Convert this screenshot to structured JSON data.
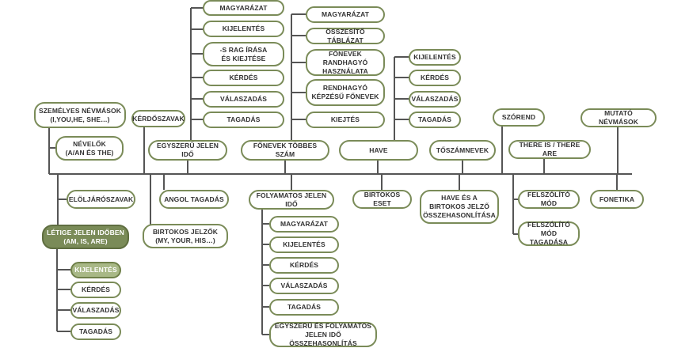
{
  "nodes": {
    "szemelyes": "SZEMÉLYES NÉVMÁSOK\n(I,YOU,HE, SHE…)",
    "nevelok": "NÉVELŐK\n(A/AN ÉS THE)",
    "eloljaro": "ELÖLJÁRÓSZAVAK",
    "letige": "LÉTIGE JELEN IDŐBEN\n(AM, IS, ARE)",
    "letige_kij": "KIJELENTÉS",
    "letige_ker": "KÉRDÉS",
    "letige_val": "VÁLASZADÁS",
    "letige_tag": "TAGADÁS",
    "kerdoszavak": "KÉRDŐSZAVAK",
    "birtokos_jelzok": "BIRTOKOS JELZŐK\n(MY, YOUR, HIS…)",
    "angol_tagadas": "ANGOL TAGADÁS",
    "egyszeru": "EGYSZERŰ JELEN IDŐ",
    "egy_magy": "MAGYARÁZAT",
    "egy_kij": "KIJELENTÉS",
    "egy_s": "-S RAG ÍRÁSA\nÉS KIEJTÉSE",
    "egy_ker": "KÉRDÉS",
    "egy_val": "VÁLASZADÁS",
    "egy_tag": "TAGADÁS",
    "fonevek": "FŐNEVEK TÖBBES SZÁM",
    "fon_magy": "MAGYARÁZAT",
    "fon_ossz": "ÖSSZESÍTŐ TÁBLÁZAT",
    "fon_randha": "FŐNEVEK RANDHAGYÓ\nHASZNÁLATA",
    "fon_rendha": "RENDHAGYÓ\nKÉPZÉSŰ FŐNEVEK",
    "fon_kiej": "KIEJTÉS",
    "folyamatos": "FOLYAMATOS JELEN IDŐ",
    "foly_magy": "MAGYARÁZAT",
    "foly_kij": "KIJELENTÉS",
    "foly_ker": "KÉRDÉS",
    "foly_val": "VÁLASZADÁS",
    "foly_tag": "TAGADÁS",
    "foly_ossz": "EGYSZERŰ ÉS FOLYAMATOS\nJELEN IDŐ ÖSSZEHASONLÍTÁS",
    "have": "HAVE",
    "have_kij": "KIJELENTÉS",
    "have_ker": "KÉRDÉS",
    "have_val": "VÁLASZADÁS",
    "have_tag": "TAGADÁS",
    "birtokos_eset": "BIRTOKOS ESET",
    "toszamnevek": "TŐSZÁMNEVEK",
    "have_birt": "HAVE ÉS A\nBIRTOKOS JELZŐ\nÖSSZEHASONLÍTÁSA",
    "szorend": "SZÓREND",
    "there": "THERE IS / THERE ARE",
    "felszolito": "FELSZÓLÍTÓ MÓD",
    "felszolito_tag": "FELSZÓLÍTÓ MÓD\nTAGADÁSA",
    "mutato": "MUTATÓ NÉVMÁSOK",
    "fonetika": "FONETIKA"
  },
  "colors": {
    "accent": "#7a8b58",
    "accent_light": "#a8b886",
    "line": "#555555",
    "text": "#333333"
  }
}
